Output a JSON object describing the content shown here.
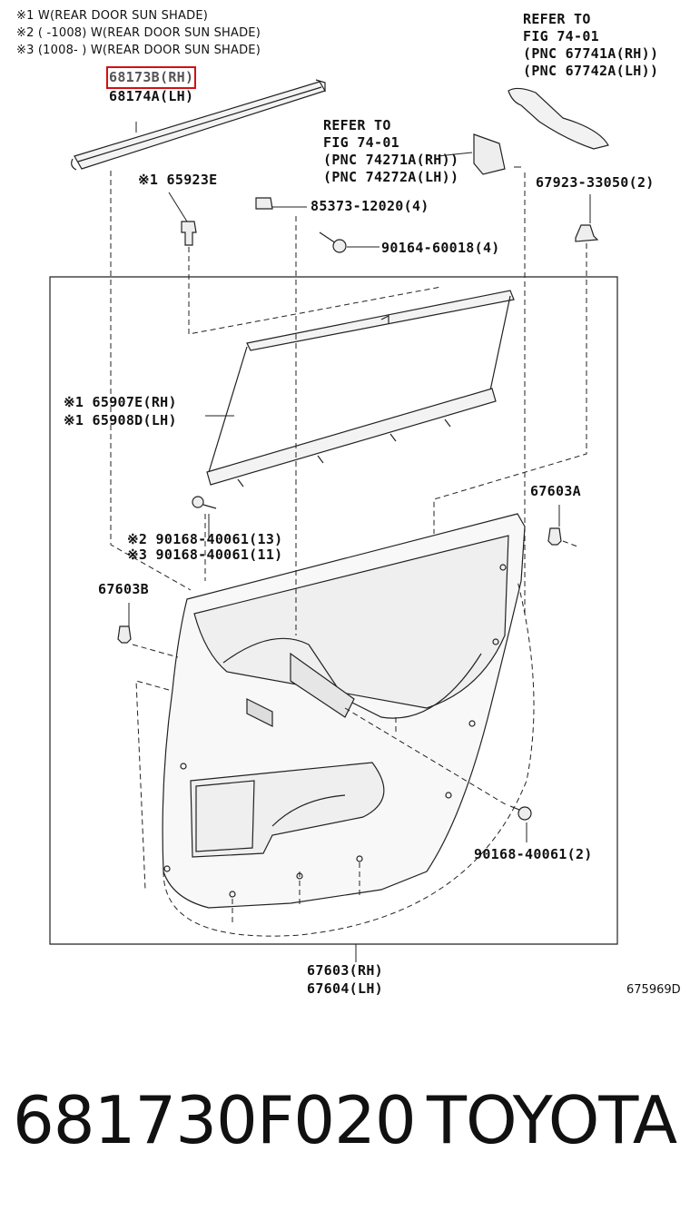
{
  "notes": [
    "※1 W(REAR DOOR SUN SHADE)",
    "※2 (       -1008) W(REAR DOOR SUN SHADE)",
    "※3 (1008-       ) W(REAR DOOR SUN SHADE)"
  ],
  "refer_right": [
    "REFER TO",
    "FIG 74-01",
    "(PNC 67741A(RH))",
    "(PNC 67742A(LH))"
  ],
  "refer_mid": [
    "REFER TO",
    "FIG 74-01",
    "(PNC 74271A(RH))",
    "(PNC 74272A(LH))"
  ],
  "parts": {
    "p68173b": "68173B(RH)",
    "p68174a": "68174A(LH)",
    "p65923e": "※1 65923E",
    "p85373": "85373-12020(4)",
    "p90164": "90164-60018(4)",
    "p67923": "67923-33050(2)",
    "p65907e": "※1 65907E(RH)",
    "p65908d": "※1 65908D(LH)",
    "p67603a": "67603A",
    "p90168_2": "※2 90168-40061(13)",
    "p90168_3": "※3 90168-40061(11)",
    "p67603b": "67603B",
    "p90168_b": "90168-40061(2)",
    "p67603": "67603(RH)",
    "p67604": "67604(LH)"
  },
  "figure_code": "675969D",
  "footer": {
    "part_number": "681730F020",
    "brand": "TOYOTA"
  },
  "highlight_color": "#d11111"
}
